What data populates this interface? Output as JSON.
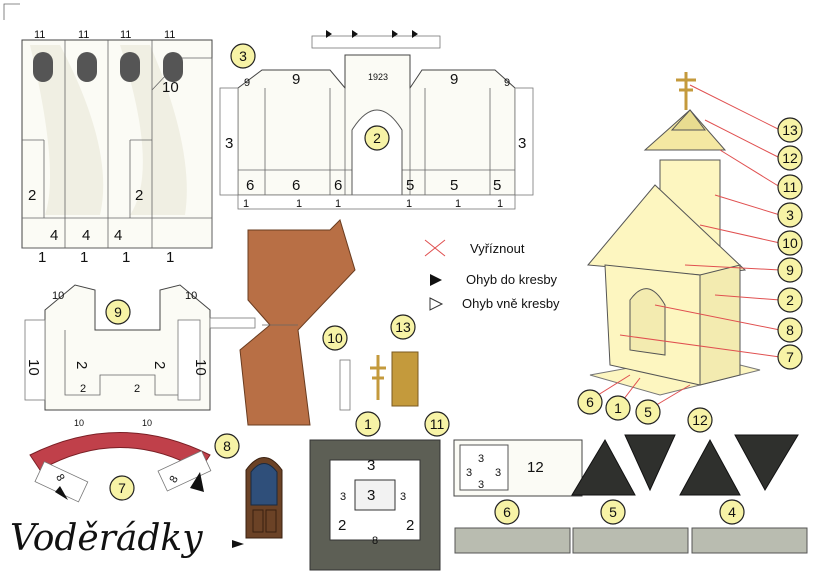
{
  "title": "Voděrádky",
  "year": "1923",
  "legend": {
    "cut": "Vyříznout",
    "fold_in": "Ohyb do kresby",
    "fold_out": "Ohyb vně kresby"
  },
  "labels": {
    "l1": "1",
    "l2": "2",
    "l3": "3",
    "l4": "4",
    "l5": "5",
    "l6": "6",
    "l7": "7",
    "l8": "8",
    "l9": "9",
    "l10": "10",
    "l11": "11",
    "l12": "12",
    "l13": "13"
  },
  "callouts": [
    "13",
    "12",
    "11",
    "3",
    "10",
    "9",
    "2",
    "8",
    "7"
  ],
  "icons": [
    "cut-cross-icon",
    "fold-in-triangle-icon",
    "fold-out-triangle-icon",
    "cross-icon"
  ],
  "colors": {
    "roof": "#b86f45",
    "roof_red": "#c0404a",
    "chapel": "#fdf6c0",
    "base": "#5d5f55",
    "door": "#6b4226",
    "window": "#2f4f7a",
    "cross": "#c49a3c"
  }
}
